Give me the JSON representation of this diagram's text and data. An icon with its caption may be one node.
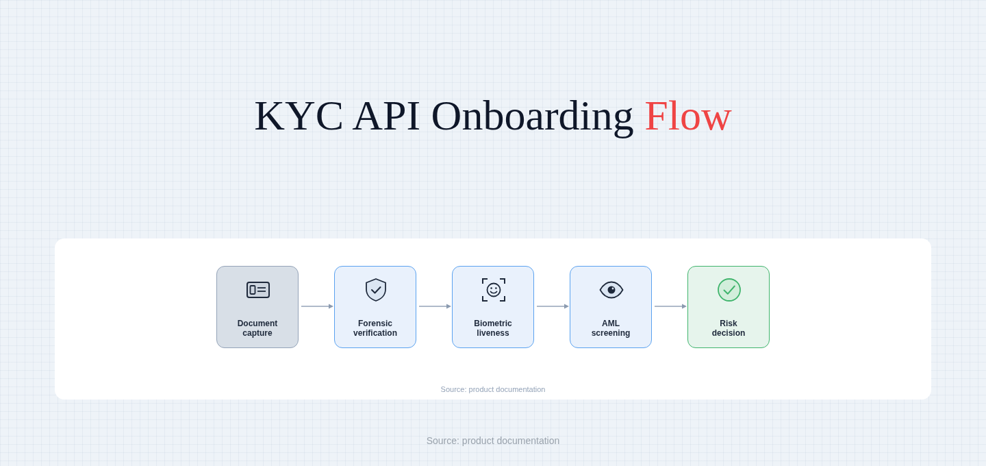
{
  "diagram": {
    "title": "KYC API Onboarding Flow",
    "nodes": [
      {
        "text": [
          "Source: product documentation"
        ]
      },
      {
        "text": [
          "Document capture"
        ],
        "in": 0
      },
      {
        "text": [
          "Forensic verification"
        ],
        "in": 0
      },
      {
        "text": [
          "Biometric liveness"
        ],
        "in": 0
      },
      {
        "text": [
          "AML screening"
        ],
        "in": 0
      },
      {
        "text": [
          "Risk decision"
        ],
        "in": 0
      }
    ],
    "edges": [
      {
        "from": 1,
        "to": 2,
        "arrow": "to"
      },
      {
        "from": 2,
        "to": 3,
        "arrow": "to"
      },
      {
        "from": 3,
        "to": 4,
        "arrow": "to"
      },
      {
        "from": 4,
        "to": 5,
        "arrow": "to"
      }
    ],
    "labels": [
      "Source: product documentation"
    ]
  }
}
